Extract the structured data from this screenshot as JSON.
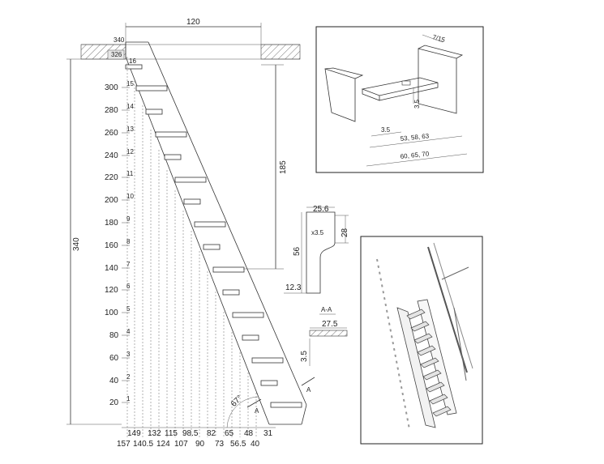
{
  "main_drawing": {
    "top_width": "120",
    "top_small_340": "340",
    "top_small_326": "326",
    "total_height": "340",
    "opening_height": "185",
    "step_numbers": [
      "16",
      "15",
      "14",
      "13",
      "12",
      "11",
      "10",
      "9",
      "8",
      "7",
      "6",
      "5",
      "4",
      "3",
      "2",
      "1"
    ],
    "height_ticks": [
      "300",
      "280",
      "260",
      "240",
      "220",
      "200",
      "180",
      "160",
      "140",
      "120",
      "100",
      "80",
      "60",
      "40",
      "20"
    ],
    "bottom_row1": [
      "149",
      "132",
      "115",
      "98.5",
      "82",
      "65",
      "48",
      "31"
    ],
    "bottom_row2": [
      "157",
      "140.5",
      "124",
      "107",
      "90",
      "73",
      "56.5",
      "40"
    ],
    "angle": "67°",
    "section_mark": "A"
  },
  "profile": {
    "width": "25.6",
    "height": "56",
    "notch": "28",
    "thickness": "x3.5",
    "base": "12.3"
  },
  "section": {
    "title": "A-A",
    "width": "27.5",
    "thickness": "3.5"
  },
  "detail_box": {
    "dim_top": "7/15",
    "dim_small": "3.5",
    "dim_vertical": "3.5",
    "dim_mid": "53, 58, 63",
    "dim_bottom": "60, 65, 70"
  }
}
